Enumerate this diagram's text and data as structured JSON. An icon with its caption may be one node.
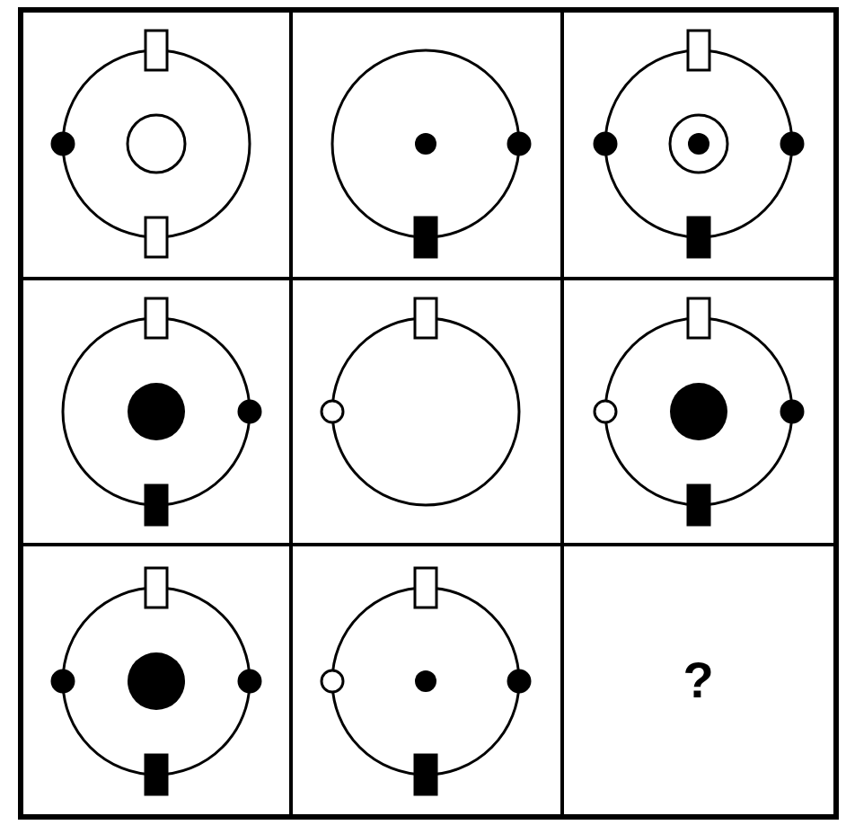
{
  "diagram": {
    "nodes": [
      {
        "text": [],
        "shape": "picture"
      },
      {
        "text": [],
        "shape": "picture"
      },
      {
        "text": [],
        "shape": "picture"
      },
      {
        "text": [],
        "shape": "picture"
      },
      {
        "text": [],
        "shape": "picture"
      },
      {
        "text": [],
        "shape": "picture"
      },
      {
        "text": [],
        "shape": "picture"
      },
      {
        "text": [],
        "shape": "picture"
      },
      {
        "text": [
          "?"
        ]
      }
    ]
  }
}
